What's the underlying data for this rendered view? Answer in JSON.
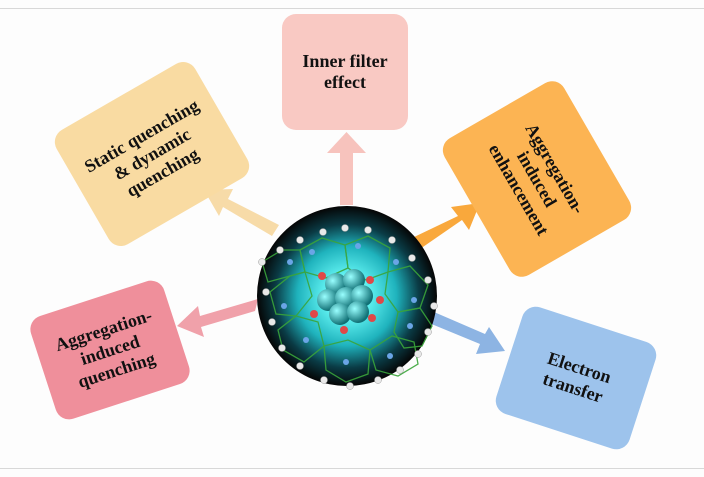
{
  "diagram": {
    "center_label": "",
    "mechanisms": [
      {
        "id": "inner-filter",
        "text": "Inner filter\neffect",
        "color": "#f9c9c3",
        "arrow_color": "#f7c3bd"
      },
      {
        "id": "static-dynamic",
        "text": "Static quenching\n& dynamic\nquenching",
        "color": "#f9dba2",
        "arrow_color": "#f7dba8"
      },
      {
        "id": "aie",
        "text": "Aggregation-\ninduced\nenhancement",
        "color": "#fcb453",
        "arrow_color": "#f9a83c"
      },
      {
        "id": "acq",
        "text": "Aggregation-\ninduced\nquenching",
        "color": "#ef8f9b",
        "arrow_color": "#f0a1aa"
      },
      {
        "id": "electron-transfer",
        "text": "Electron\ntransfer",
        "color": "#9dc3ec",
        "arrow_color": "#8db4e3"
      }
    ]
  }
}
